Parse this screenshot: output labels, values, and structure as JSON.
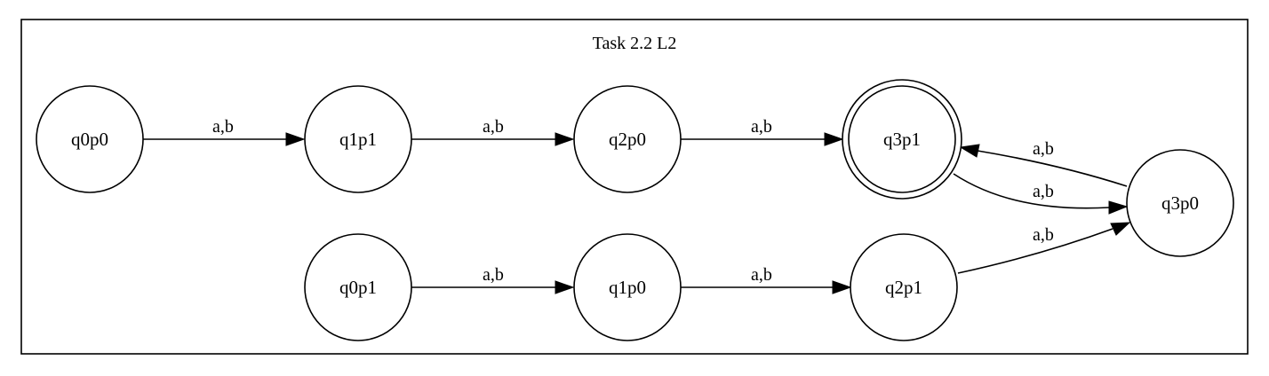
{
  "cluster": {
    "title": "Task 2.2 L2"
  },
  "nodes": [
    {
      "id": "q0p0",
      "label": "q0p0",
      "accepting": false
    },
    {
      "id": "q1p1",
      "label": "q1p1",
      "accepting": false
    },
    {
      "id": "q2p0",
      "label": "q2p0",
      "accepting": false
    },
    {
      "id": "q3p1",
      "label": "q3p1",
      "accepting": true
    },
    {
      "id": "q3p0",
      "label": "q3p0",
      "accepting": false
    },
    {
      "id": "q0p1",
      "label": "q0p1",
      "accepting": false
    },
    {
      "id": "q1p0",
      "label": "q1p0",
      "accepting": false
    },
    {
      "id": "q2p1",
      "label": "q2p1",
      "accepting": false
    }
  ],
  "edges": [
    {
      "from": "q0p0",
      "to": "q1p1",
      "label": "a,b"
    },
    {
      "from": "q1p1",
      "to": "q2p0",
      "label": "a,b"
    },
    {
      "from": "q2p0",
      "to": "q3p1",
      "label": "a,b"
    },
    {
      "from": "q3p0",
      "to": "q3p1",
      "label": "a,b"
    },
    {
      "from": "q3p1",
      "to": "q3p0",
      "label": "a,b"
    },
    {
      "from": "q0p1",
      "to": "q1p0",
      "label": "a,b"
    },
    {
      "from": "q1p0",
      "to": "q2p1",
      "label": "a,b"
    },
    {
      "from": "q2p1",
      "to": "q3p0",
      "label": "a,b"
    }
  ]
}
